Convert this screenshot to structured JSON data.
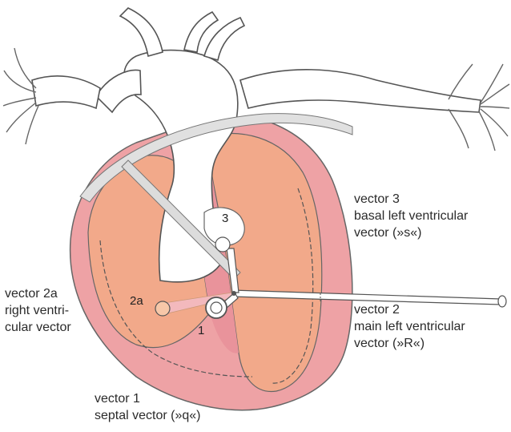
{
  "diagram": {
    "vectors": [
      {
        "id": "v1",
        "marker": "1",
        "lines": [
          "vector 1",
          "septal vector (»q«)"
        ]
      },
      {
        "id": "v2a",
        "marker": "2a",
        "lines": [
          "vector 2a",
          "right ventri-",
          "cular vector"
        ]
      },
      {
        "id": "v2",
        "marker": "",
        "lines": [
          "vector 2",
          "main left ventricular",
          "vector (»R«)"
        ]
      },
      {
        "id": "v3",
        "marker": "3",
        "lines": [
          "vector 3",
          "basal left ventricular",
          "vector (»s«)"
        ]
      }
    ],
    "colors": {
      "myocardium": "#f2a98a",
      "pericardium": "#eea2a5",
      "septum_pink": "#e9939b",
      "vessel_fill": "#ffffff",
      "outline": "#555555",
      "vector_pink": "#f3b9bd"
    }
  }
}
